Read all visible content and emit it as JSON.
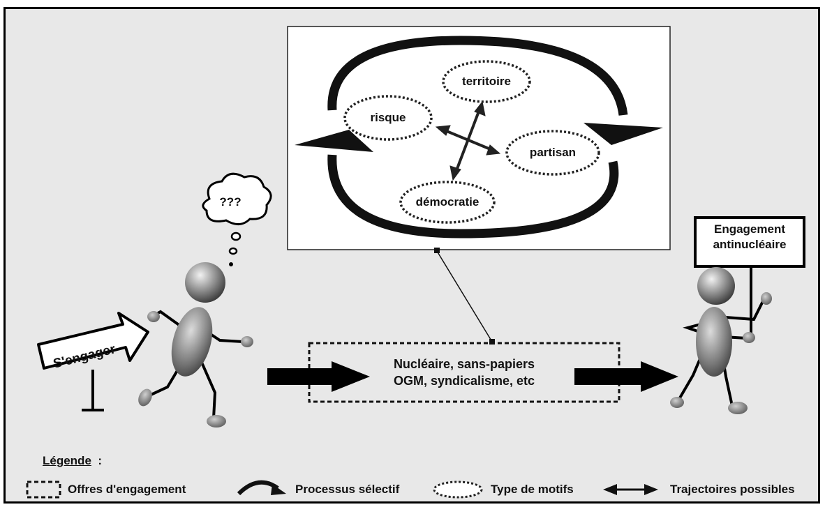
{
  "motifs": {
    "territoire": "territoire",
    "risque": "risque",
    "partisan": "partisan",
    "democratie": "démocratie"
  },
  "offers": {
    "line1": "Nucléaire, sans-papiers",
    "line2": "OGM, syndicalisme, etc"
  },
  "thought": "???",
  "start_sign": "S'engager",
  "end_sign": {
    "line1": "Engagement",
    "line2": "antinucléaire"
  },
  "legend": {
    "title": "Légende",
    "separator": ":",
    "items": [
      {
        "label": "Offres d'engagement",
        "icon": "dashed-box-icon"
      },
      {
        "label": "Processus sélectif",
        "icon": "curved-arrow-icon"
      },
      {
        "label": "Type de motifs",
        "icon": "dotted-ellipse-icon"
      },
      {
        "label": "Trajectoires possibles",
        "icon": "double-arrow-icon"
      }
    ]
  }
}
